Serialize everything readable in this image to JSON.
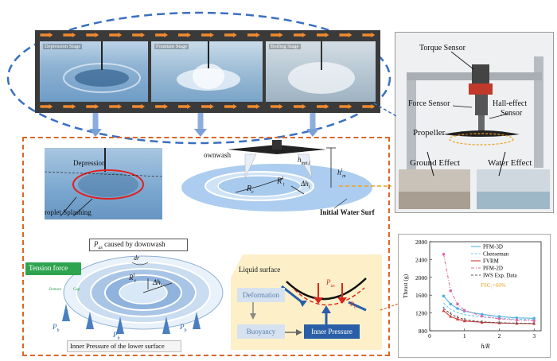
{
  "film_strip": {
    "stages": [
      "Depression Stage",
      "Fountain Stage",
      "Boiling Stage"
    ]
  },
  "rig": {
    "labels": {
      "torque_sensor": "Torque Sensor",
      "force_sensor": "Force Sensor",
      "hall_effect_1": "Hall-effect",
      "hall_effect_2": "Sensor",
      "propeller": "Propeller",
      "ground_effect": "Ground Effect",
      "water_effect": "Water Effect"
    }
  },
  "depression_photo": {
    "depression": "Depression",
    "droplet": "roplet Splashing"
  },
  "schematic_top": {
    "downwash": "ownwash",
    "h_init": "h",
    "h_init_sub": "init,l",
    "hm": "h",
    "hm_sup": "l",
    "hm_sub": "m",
    "rc": "R",
    "rc_sub": "c",
    "rt": "R",
    "rt_sub": "t",
    "rt_sup": "l",
    "dh": "Δh",
    "dh_sub": "l",
    "initial_water": "Initial Water Surf"
  },
  "rings": {
    "pus_caption": "caused by downwash",
    "pus_sym": "P",
    "pus_sub": "us",
    "tension": "Tension force",
    "small_a": "Bottom",
    "small_b": "Gap",
    "dr": "dr",
    "r": "R",
    "r_sub": "t",
    "r_sup": "l",
    "dh": "Δh",
    "dh_sub": "l",
    "pb": "P",
    "pb_sub": "b",
    "inner_pressure_lower": "Inner Pressure of the lower surface"
  },
  "mechanism": {
    "liquid_surface": "Liquid surface",
    "deformation": "Deformation",
    "buoyancy": "Buoyancy",
    "inner_pressure": "Inner Pressure",
    "pus": "P",
    "pus_sub": "us",
    "pb": "P",
    "pb_sub": "b"
  },
  "chart_data": {
    "type": "line",
    "xlabel": "h/R",
    "ylabel": "Thrust (g)",
    "xlim": [
      0,
      3.2
    ],
    "ylim": [
      800,
      2800
    ],
    "xticks": [
      0,
      1,
      2,
      3
    ],
    "yticks": [
      800,
      1200,
      1600,
      2000,
      2400,
      2800
    ],
    "annotation": "FSC₁=60%",
    "legend_position": "top-right",
    "series": [
      {
        "name": "PFM-3D",
        "color": "#4fb0e0",
        "marker": "circle",
        "dash": "none",
        "x": [
          0.4,
          0.6,
          0.8,
          1.0,
          1.5,
          2.0,
          2.5,
          3.0
        ],
        "y": [
          1580,
          1400,
          1300,
          1240,
          1170,
          1120,
          1090,
          1080
        ]
      },
      {
        "name": "Cheeseman",
        "color": "#6fc8ee",
        "marker": "none",
        "dash": "dash",
        "x": [
          0.4,
          0.6,
          0.8,
          1.0,
          1.5,
          2.0,
          2.5,
          3.0
        ],
        "y": [
          1420,
          1280,
          1210,
          1160,
          1110,
          1080,
          1060,
          1050
        ]
      },
      {
        "name": "FVRM",
        "color": "#d23a3a",
        "marker": "triangle",
        "dash": "none",
        "x": [
          0.4,
          0.6,
          0.8,
          1.0,
          1.5,
          2.0,
          2.5,
          3.0
        ],
        "y": [
          1250,
          1120,
          1060,
          1020,
          990,
          975,
          965,
          960
        ]
      },
      {
        "name": "PFM-2D",
        "color": "#e36aa6",
        "marker": "circle",
        "dash": "dashdot",
        "x": [
          0.4,
          0.6,
          0.8,
          1.0,
          1.5,
          2.0,
          2.5,
          3.0
        ],
        "y": [
          2520,
          1700,
          1400,
          1260,
          1130,
          1070,
          1040,
          1025
        ]
      },
      {
        "name": "IWS Exp. Data",
        "color": "#555555",
        "marker": "star",
        "dash": "dash",
        "x": [
          0.4,
          0.6,
          0.8,
          1.0,
          1.5,
          2.0,
          2.5,
          3.0
        ],
        "y": [
          1300,
          1180,
          1100,
          1050,
          1000,
          980,
          970,
          965
        ]
      }
    ]
  }
}
